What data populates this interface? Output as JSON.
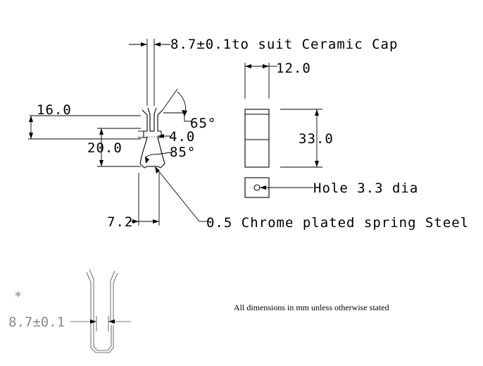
{
  "labels": {
    "gap_spec": "8.7±0.1to suit Ceramic Cap",
    "width_12": "12.0",
    "angle_65": "65°",
    "dim_16": "16.0",
    "dim_4": "4.0",
    "dim_20": "20.0",
    "angle_85": "85°",
    "dim_33": "33.0",
    "hole": "Hole 3.3 dia",
    "dim_7_2": "7.2",
    "material": "0.5 Chrome plated spring Steel",
    "asterisk": "*",
    "detail_gap": "8.7±0.1",
    "note": "All dimensions in mm unless otherwise stated"
  }
}
